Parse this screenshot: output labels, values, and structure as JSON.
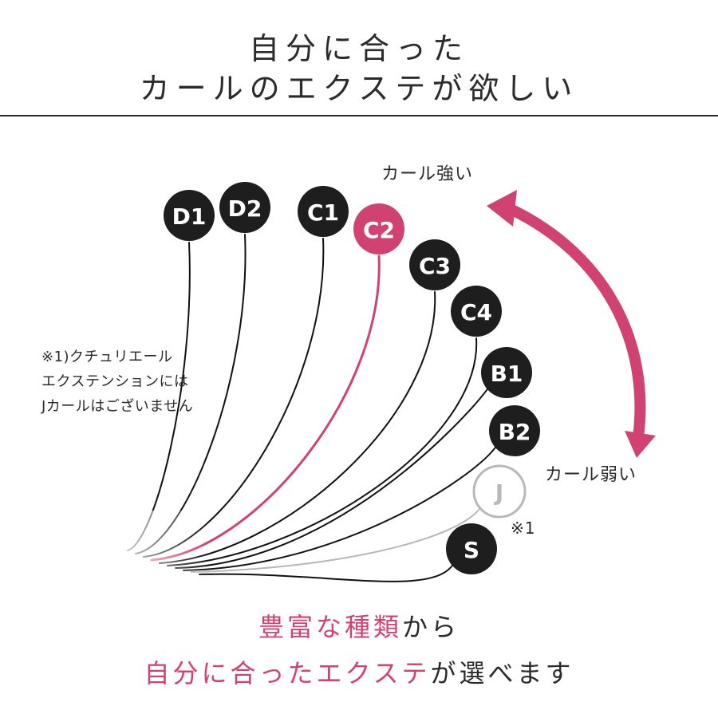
{
  "heading": {
    "line1": "自分に合った",
    "line2": "カールのエクステが欲しい"
  },
  "curl_strong_label": "カール強い",
  "curl_weak_label": "カール弱い",
  "note": {
    "line1": "※1)クチュリエール",
    "line2": "エクステンションには",
    "line3": "Jカールはございません",
    "mark": "※1"
  },
  "curl_types": [
    {
      "label": "D1",
      "style": "dark"
    },
    {
      "label": "D2",
      "style": "dark"
    },
    {
      "label": "C1",
      "style": "dark"
    },
    {
      "label": "C2",
      "style": "accent"
    },
    {
      "label": "C3",
      "style": "dark"
    },
    {
      "label": "C4",
      "style": "dark"
    },
    {
      "label": "B1",
      "style": "dark"
    },
    {
      "label": "B2",
      "style": "dark"
    },
    {
      "label": "J",
      "style": "outline"
    },
    {
      "label": "S",
      "style": "dark"
    }
  ],
  "footer": {
    "line1_accent": "豊富な種類",
    "line1_plain": "から",
    "line2_accent": "自分に合ったエクステ",
    "line2_plain": "が選べます"
  },
  "colors": {
    "accent": "#d04272",
    "dark": "#1e1e1e",
    "outline": "#b8b8b8",
    "text": "#2b2b2b"
  }
}
